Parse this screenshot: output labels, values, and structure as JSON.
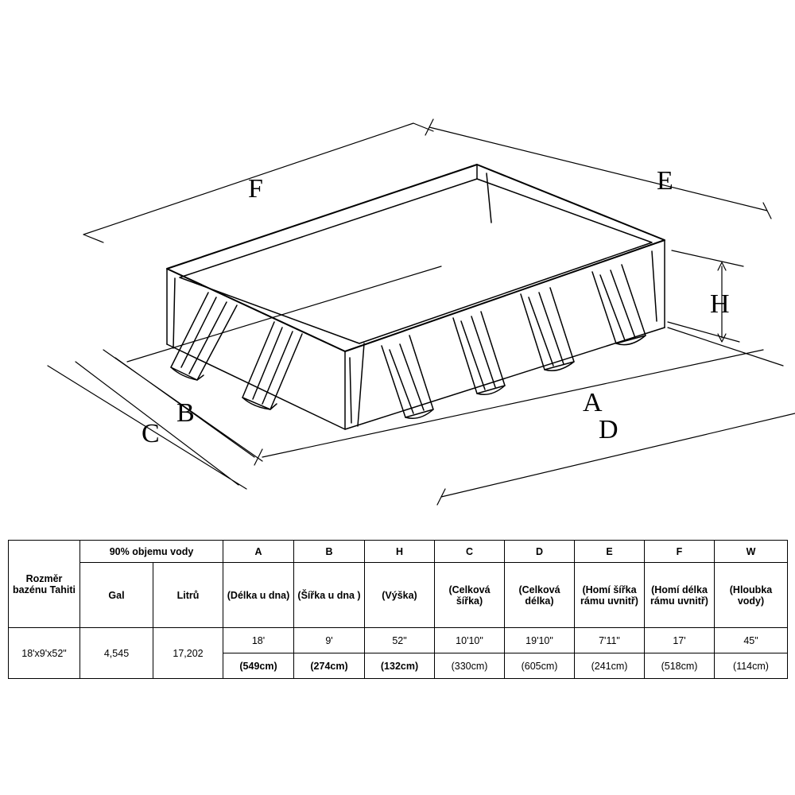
{
  "diagram": {
    "labels": {
      "A": "A",
      "B": "B",
      "C": "C",
      "D": "D",
      "E": "E",
      "F": "F",
      "H": "H"
    }
  },
  "table": {
    "pool_size_header": "Rozměr bazénu Tahiti",
    "water_header": "90% objemu vody",
    "gal_header": "Gal",
    "litru_header": "Litrů",
    "columns": [
      {
        "letter": "A",
        "desc": "(Délka u dna)"
      },
      {
        "letter": "B",
        "desc": "(Šířka u dna )"
      },
      {
        "letter": "H",
        "desc": "(Výška)"
      },
      {
        "letter": "C",
        "desc": "(Celková šířka)"
      },
      {
        "letter": "D",
        "desc": "(Celková délka)"
      },
      {
        "letter": "E",
        "desc": "(Homí šířka rámu uvnitř)"
      },
      {
        "letter": "F",
        "desc": "(Homí délka rámu uvnitř)"
      },
      {
        "letter": "W",
        "desc": "(Hloubka vody)"
      }
    ],
    "row": {
      "size": "18'x9'x52\"",
      "gal": "4,545",
      "litru": "17,202",
      "imperial": [
        "18'",
        "9'",
        "52\"",
        "10'10\"",
        "19'10\"",
        "7'11\"",
        "17'",
        "45\""
      ],
      "metric": [
        "(549cm)",
        "(274cm)",
        "(132cm)",
        "(330cm)",
        "(605cm)",
        "(241cm)",
        "(518cm)",
        "(114cm)"
      ]
    }
  }
}
